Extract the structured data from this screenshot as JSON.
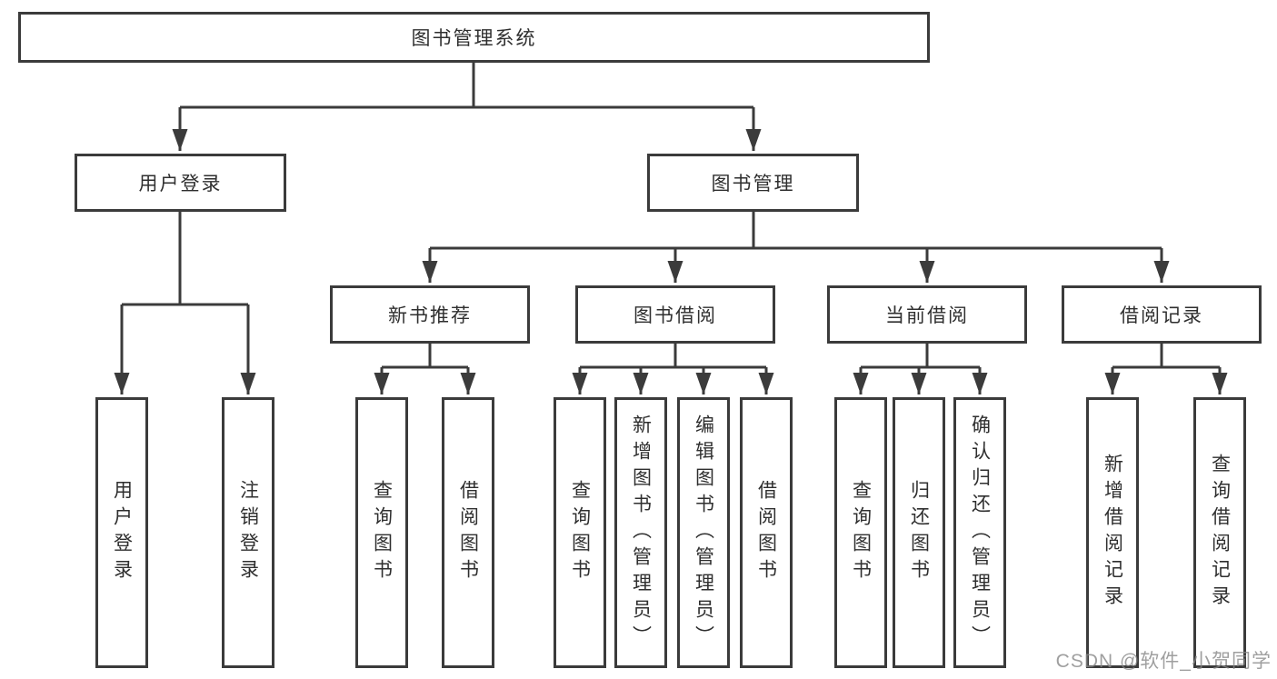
{
  "diagram": {
    "type": "hierarchy-tree",
    "colors": {
      "line": "#3b3b3b",
      "border": "#3b3b3b",
      "text": "#2f2f2f",
      "background": "#ffffff",
      "watermark": "#878787"
    },
    "root": {
      "label": "图书管理系统"
    },
    "branches": {
      "user_login": {
        "label": "用户登录",
        "children": [
          "用户登录",
          "注销登录"
        ]
      },
      "book_management": {
        "label": "图书管理",
        "children": {
          "new_book_recommend": {
            "label": "新书推荐",
            "children": [
              "查询图书",
              "借阅图书"
            ]
          },
          "book_borrowing": {
            "label": "图书借阅",
            "children": [
              "查询图书",
              "新增图书（管理员）",
              "编辑图书（管理员）",
              "借阅图书"
            ]
          },
          "current_borrowing": {
            "label": "当前借阅",
            "children": [
              "查询图书",
              "归还图书",
              "确认归还（管理员）"
            ]
          },
          "borrowing_records": {
            "label": "借阅记录",
            "children": [
              "新增借阅记录",
              "查询借阅记录"
            ]
          }
        }
      }
    },
    "watermark": "CSDN @软件_小贺同学"
  }
}
